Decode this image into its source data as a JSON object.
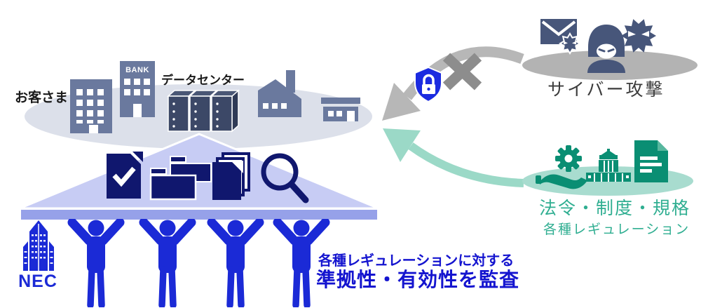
{
  "diagram": {
    "customer_area": {
      "customer_label": "お客さま",
      "bank_label": "BANK",
      "datacenter_label": "データセンター",
      "icons": [
        "office-building",
        "bank-building",
        "server-racks",
        "factory",
        "store"
      ]
    },
    "audit_platform": {
      "icons": [
        "document-check",
        "folders",
        "stacked-papers",
        "magnifier"
      ],
      "supporter_count": 4
    },
    "nec": {
      "label": "NEC"
    },
    "audit_caption": {
      "line1": "各種レギュレーションに対する",
      "line2": "準拠性・有効性を監査"
    },
    "cyber_attack": {
      "label": "サイバー攻撃",
      "icons": [
        "envelope-malware",
        "hacker",
        "virus"
      ]
    },
    "defense": {
      "icons": [
        "shield-lock",
        "block-x",
        "attack-arrow"
      ]
    },
    "regulations": {
      "label_main": "法令・制度・規格",
      "label_sub": "各種レギュレーション",
      "icons": [
        "gear-hand",
        "government-building",
        "document",
        "regulation-arrow"
      ]
    },
    "colors": {
      "zone_ellipse": "#dce0ea",
      "slate_building": "#6a799e",
      "server_rack": "#3c4867",
      "triangle": "#c7ccf4",
      "platform_bar": "#96a1e9",
      "navy_icon": "#10176e",
      "blue_primary": "#1b2ad6",
      "blue_text": "#1414cf",
      "attack_ellipse": "#b3b3b3",
      "attack_icon": "#47567a",
      "attack_text": "#3c3c3c",
      "gray_arrow": "#b7b7b7",
      "gray_x": "#8d8d8d",
      "shield_blue": "#1b2be0",
      "teal_icon": "#0a8e73",
      "teal_ellipse": "#a8dccf",
      "teal_arrow": "#9bd9c7",
      "teal_text": "#2fae91"
    }
  }
}
